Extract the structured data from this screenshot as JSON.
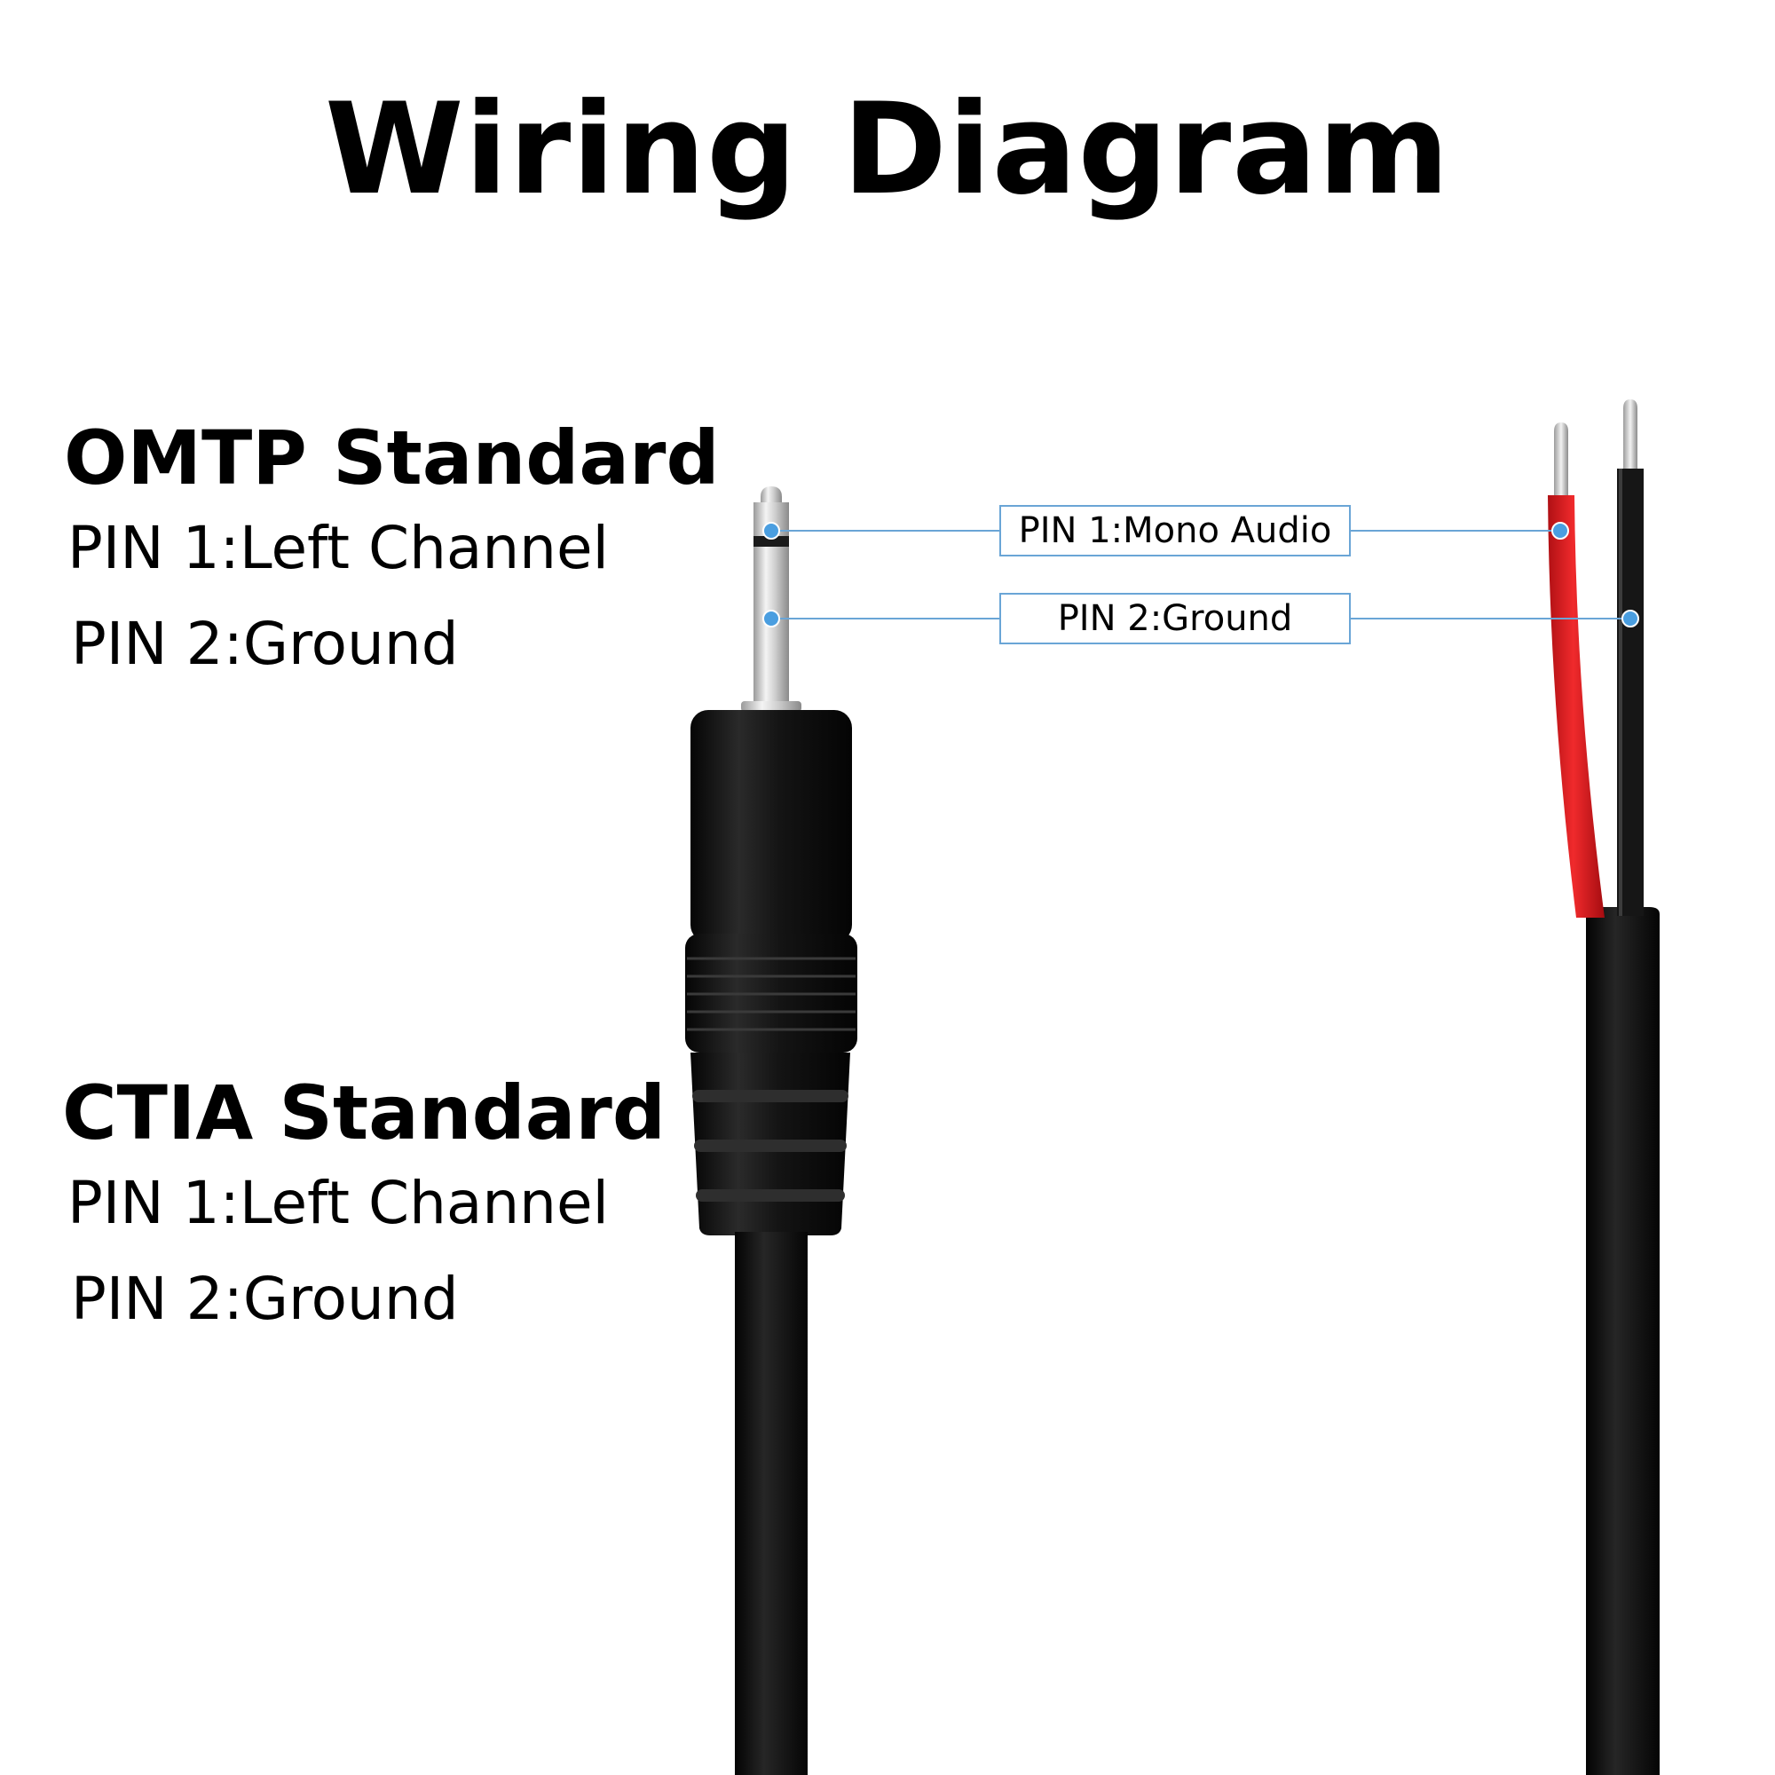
{
  "title": "Wiring Diagram",
  "standards": [
    {
      "heading": "OMTP Standard",
      "pins": [
        "PIN 1:Left Channel",
        "PIN 2:Ground"
      ]
    },
    {
      "heading": "CTIA Standard",
      "pins": [
        "PIN 1:Left Channel",
        "PIN 2:Ground"
      ]
    }
  ],
  "callouts": [
    {
      "label": "PIN 1:Mono Audio"
    },
    {
      "label": "PIN 2:Ground"
    }
  ],
  "colors": {
    "callout_line": "#6aa5d6",
    "callout_dot": "#4a9ee0",
    "red_wire": "#e0191c",
    "black_wire": "#141414",
    "cable": "#0c0c0c",
    "plug_metal": "#d8d8d8"
  },
  "icons": {
    "plug": "2.5mm-mono-plug",
    "wires": "bare-wire-ends"
  }
}
